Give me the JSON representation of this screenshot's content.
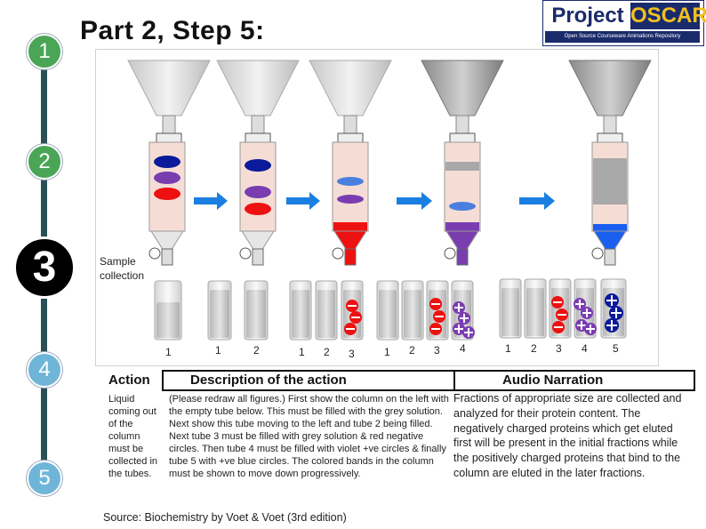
{
  "header": {
    "title": "Part 2, Step 5:",
    "logo_project": "Project",
    "logo_oscar": "OSCAR",
    "logo_subtitle": "Open Source Courseware Animations Repository"
  },
  "steps": [
    "1",
    "2",
    "3",
    "4",
    "5"
  ],
  "diagram": {
    "sample_label": "Sample collection",
    "tube_groups": [
      {
        "labels": [
          "1"
        ]
      },
      {
        "labels": [
          "1",
          "2"
        ]
      },
      {
        "labels": [
          "1",
          "2",
          "3"
        ]
      },
      {
        "labels": [
          "1",
          "2",
          "3",
          "4"
        ]
      },
      {
        "labels": [
          "1",
          "2",
          "3",
          "4",
          "5"
        ]
      }
    ]
  },
  "table": {
    "col_action": "Action",
    "col_description": "Description of the action",
    "col_audio": "Audio Narration",
    "action_text": "Liquid coming out of the column must be collected in the tubes.",
    "description_text": "(Please redraw all figures.) First show the column on the left with the empty tube below. This must be filled with the grey solution. Next show this tube moving to the left and tube 2 being filled. Next tube 3 must be filled with grey solution & red negative circles. Then tube 4 must be filled with violet +ve circles & finally tube 5 with +ve blue circles. The colored bands in the column must be shown to move down progressively.",
    "audio_text": "Fractions of appropriate size are collected and analyzed for their protein content. The negatively charged proteins which get eluted first will be present in the initial fractions while the positively charged proteins that bind to the column are eluted in the later fractions."
  },
  "source": "Source: Biochemistry by Voet & Voet (3rd edition)",
  "colors": {
    "rail": "#2b4f56",
    "step_inactive": "#7ec8e0",
    "step_active": "#000000",
    "red": "#ee1111",
    "violet": "#7a3db0",
    "blue": "#0a1a9a",
    "logo_navy": "#1a2b6b"
  }
}
